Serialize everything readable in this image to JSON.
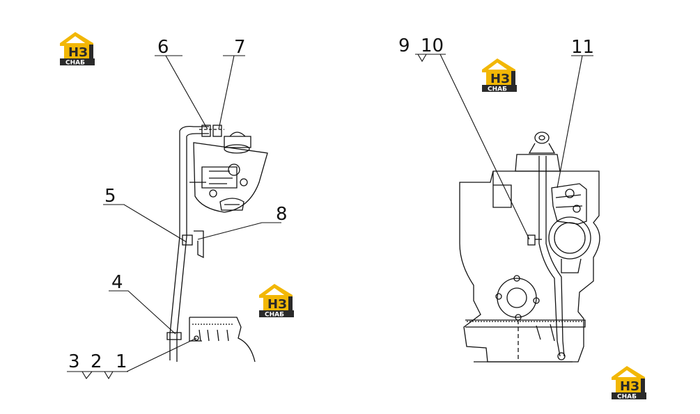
{
  "logo": {
    "mark": "НЗ",
    "caption": "СНАБ",
    "colors": {
      "roof": "#f2b705",
      "text": "#2a2a2a",
      "band": "#2a2a2a",
      "band_text": "#ffffff"
    }
  },
  "callouts": {
    "c1": "1",
    "c2": "2",
    "c3": "3",
    "c4": "4",
    "c5": "5",
    "c6": "6",
    "c7": "7",
    "c8": "8",
    "c9": "9",
    "c10": "10",
    "c11": "11"
  },
  "colors": {
    "line": "#111111",
    "paper": "#ffffff"
  }
}
